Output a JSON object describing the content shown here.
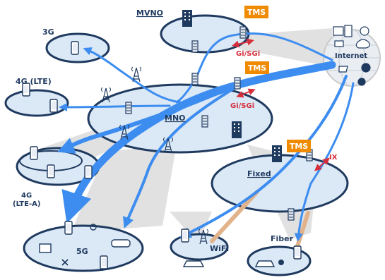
{
  "colors": {
    "cloud_fill": "#dbe8f6",
    "cloud_stroke": "#1f3a5f",
    "flow": "#3d8df0",
    "flow_dark": "#2f74d6",
    "tms_bg": "#f08a00",
    "interface_red": "#d62f3c",
    "shadow": "#c9c9c9",
    "wifi_link": "#e2b38b",
    "text": "#1f3a5f"
  },
  "labels": {
    "mvno": "MVNO",
    "mno": "MNO",
    "fixed": "Fixed",
    "internet": "Internet",
    "gen3": "3G",
    "gen4": "4G (LTE)",
    "gen4a_line1": "4G",
    "gen4a_line2": "(LTE-A)",
    "gen5": "5G",
    "wifi": "WiFi",
    "fiber": "Fiber"
  },
  "tms": [
    "TMS",
    "TMS",
    "TMS"
  ],
  "interfaces": {
    "gi_mvno": "Gi/SGi",
    "gi_mno": "Gi/SGi",
    "ix": "IX"
  }
}
